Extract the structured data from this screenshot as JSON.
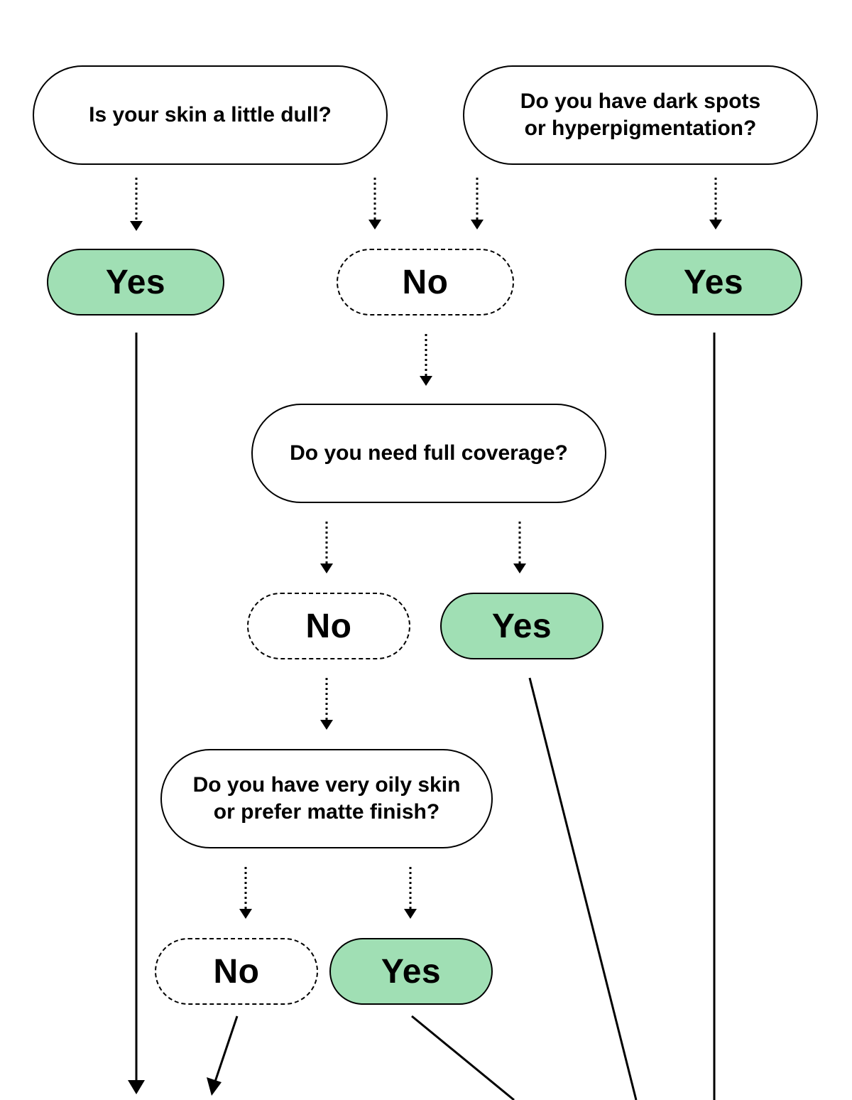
{
  "questions": {
    "dull": {
      "text": "Is your skin a little dull?"
    },
    "dark_spots": {
      "line1": "Do you have dark spots",
      "line2": "or hyperpigmentation?"
    },
    "full_coverage": {
      "text": "Do you need full coverage?"
    },
    "oily": {
      "line1": "Do you have very oily skin",
      "line2": "or prefer matte finish?"
    }
  },
  "answers": {
    "yes_label": "Yes",
    "no_label": "No"
  },
  "colors": {
    "yes_fill": "#a0dfb4",
    "no_fill": "#ffffff",
    "stroke": "#000000"
  }
}
